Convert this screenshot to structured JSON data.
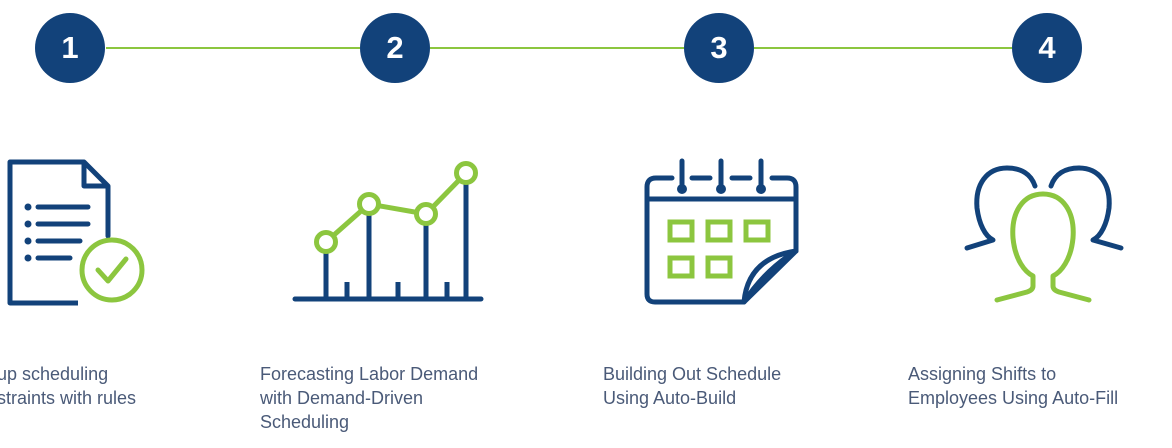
{
  "colors": {
    "navy": "#12427a",
    "green": "#8cc63f",
    "text": "#4a5a78",
    "background": "#ffffff"
  },
  "steps": [
    {
      "number": "1",
      "icon": "checklist-document-icon",
      "caption_lines": [
        "up scheduling",
        "straints with rules"
      ]
    },
    {
      "number": "2",
      "icon": "line-bar-chart-icon",
      "caption_lines": [
        "Forecasting Labor Demand",
        "with Demand-Driven",
        "Scheduling"
      ]
    },
    {
      "number": "3",
      "icon": "calendar-icon",
      "caption_lines": [
        "Building Out Schedule",
        "Using Auto-Build"
      ]
    },
    {
      "number": "4",
      "icon": "people-group-icon",
      "caption_lines": [
        "Assigning Shifts to",
        "Employees Using Auto-Fill"
      ]
    }
  ]
}
